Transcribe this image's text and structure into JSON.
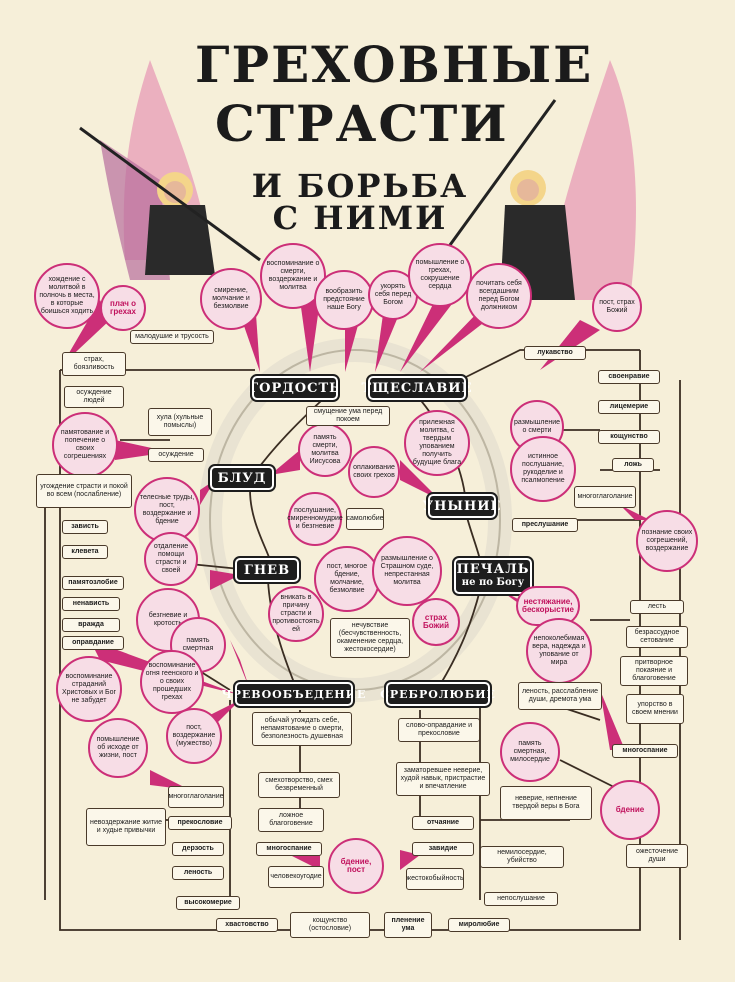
{
  "title": {
    "line1": "ГРЕХОВНЫЕ",
    "line2": "СТРАСТИ",
    "line3": "И БОРЬБА",
    "line4": "С НИМИ"
  },
  "passions": {
    "gordost": "ГОРДОСТЬ",
    "tscheslavie": "ТЩЕСЛАВИЕ",
    "blud": "БЛУД",
    "unynie": "УНЫНИЕ",
    "gnev": "ГНЕВ",
    "pechal": "ПЕЧАЛЬ",
    "pechal_sub": "не по Богу",
    "chrevo": "ЧРЕВООБЪЕДЕНИЕ",
    "srebro": "СРЕБРОЛЮБИЕ"
  },
  "virtues": {
    "c1": "хождение с молитвой в полночь в места, в которые боишься ходить",
    "c2": "плач о грехах",
    "c3": "смирение, молчание и безмолвие",
    "c4": "воспоминание о смерти, воздержание и молитва",
    "c5": "вообразить предстояние наше Богу",
    "c6": "укорять себя перед Богом",
    "c7": "помышление о грехах, сокрушение сердца",
    "c8": "почитать себя всегдашним перед Богом должником",
    "c9": "пост, страх Божий",
    "c10": "памятование и попечение о своих согрешениях",
    "c11": "память смерти, молитва Иисусова",
    "c12": "оплакивание своих грехов",
    "c13": "прилежная молитва, с твердым упованием получить будущие блага",
    "c14": "размышление о смерти",
    "c15": "истинное послушание, рукоделие и псалмопение",
    "c16": "телесные труды, пост, воздержание и бдение",
    "c17": "отдаление помощи страсти и своей",
    "c18": "послушание, смиренномудрие и безгневие",
    "c19": "пост, многое бдение, молчание, безмолвие",
    "c20": "размышление о Страшном суде, непрестанная молитва",
    "c21": "вникать в причину страсти и противостоять ей",
    "c22": "страх Божий",
    "c23": "нестяжание, бескорыстие",
    "c24": "непоколебимая вера, надежда и упование от мира",
    "c25": "безгневие и кротость",
    "c26": "память смертная",
    "c27": "воспоминание огня геенского и о своих прошедших грехах",
    "c28": "воспоминание страданий Христовых и Бог не забудет",
    "c29": "пост, воздержание (мужество)",
    "c30": "помышление об исходе от жизни, пост",
    "c31": "память смертная, милосердие",
    "c32": "бдение, пост",
    "c33": "бдение",
    "c34": "познание своих согрешений, воздержание"
  },
  "sins": {
    "s1": "страх, боязливость",
    "s2": "малодушие и трусость",
    "s3": "осуждение людей",
    "s4": "хула (хульные помыслы)",
    "s5": "осуждение",
    "s6": "смущение ума перед покоем",
    "s7": "угождение страсти и покой во всем (послабление)",
    "s8": "зависть",
    "s9": "клевета",
    "s10": "памятозлобие",
    "s11": "ненависть",
    "s12": "вражда",
    "s13": "оправдание",
    "s14": "самолюбие",
    "s15": "нечувствие (бесчувственность, окаменение сердца, жестокосердие)",
    "s16": "лукавство",
    "s17": "своенравие",
    "s18": "лицемерие",
    "s19": "кощунство",
    "s20": "ложь",
    "s21": "многоглаголание",
    "s22": "преслушание",
    "s23": "лесть",
    "s24": "безрассудное сетование",
    "s25": "притворное покаяние и благоговение",
    "s26": "упорство в своем мнении",
    "s27": "леность, расслабление души, дремота ума",
    "s28": "многоспание",
    "s29": "обычай угождать себе, непамятование о смерти, безполезность душевная",
    "s30": "слово-оправдание и прекословие",
    "s31": "смехотворство, смех безвременный",
    "s32": "заматоревшее неверие, худой навык, пристрастие и впечатление",
    "s33": "ложное благоговение",
    "s34": "неверие, непнение твердой веры в Бога",
    "s35": "ожесточение души",
    "s36": "многоглаголание",
    "s37": "невоздержание житие и худые привычки",
    "s38": "прекословие",
    "s39": "дерзость",
    "s40": "леность",
    "s41": "многоспание",
    "s42": "отчаяние",
    "s43": "завидие",
    "s44": "человекоугодие",
    "s45": "жестокобыйность",
    "s46": "немилосердие, убийство",
    "s47": "непослушание",
    "s48": "высокомерие",
    "s49": "хвастовство",
    "s50": "кощунство (остословие)",
    "s51": "пленение ума",
    "s52": "миролюбие"
  },
  "colors": {
    "background": "#f6efd9",
    "virtue_border": "#cc2f78",
    "virtue_fill": "#f7dde6",
    "passion_fill": "#1d1d1d",
    "wire": "#3a2d22"
  },
  "figures": {
    "left_angel": "angel-with-spear-icon",
    "right_angel": "angel-with-spear-icon"
  }
}
